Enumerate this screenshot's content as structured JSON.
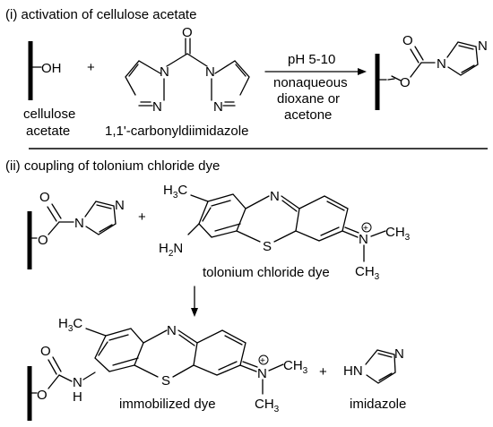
{
  "section1": {
    "title": "(i) activation of cellulose acetate",
    "reactant1_oh": "OH",
    "reactant1_label_line1": "cellulose",
    "reactant1_label_line2": "acetate",
    "plus": "+",
    "cdi_label": "1,1'-carbonyldiimidazole",
    "conditions": [
      "pH 5-10",
      "nonaqueous",
      "dioxane or",
      "acetone"
    ]
  },
  "section2": {
    "title": "(ii) coupling of tolonium chloride dye",
    "plus": "+",
    "dye_label": "tolonium chloride dye",
    "product_label": "immobilized dye",
    "byproduct_label": "imidazole",
    "plus2": "+"
  },
  "atoms": {
    "O": "O",
    "N": "N",
    "S": "S",
    "H3C_main": "H",
    "H3C_sub": "3",
    "H3C_tail": "C",
    "CH3_main": "CH",
    "CH3_sub": "3",
    "H2N_main": "H",
    "H2N_sub": "2",
    "H2N_tail": "N",
    "HN": "HN",
    "H": "H",
    "charge": "+"
  }
}
